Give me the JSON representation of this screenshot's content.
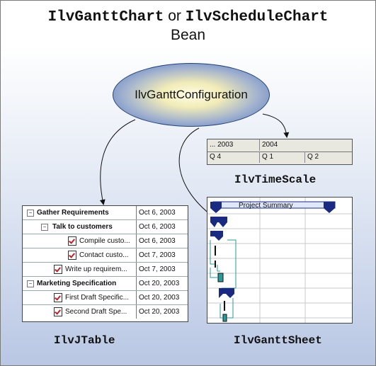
{
  "header": {
    "title_part1": "IlvGanttChart",
    "title_or": "or",
    "title_part2": "IlvScheduleChart",
    "title_line2": "Bean"
  },
  "config_node": {
    "label": "IlvGanttConfiguration"
  },
  "timescale": {
    "top_row": [
      "... 2003",
      "2004"
    ],
    "bottom_row": [
      "Q 4",
      "Q 1",
      "Q 2"
    ],
    "caption": "IlvTimeScale"
  },
  "table": {
    "caption": "IlvJTable",
    "rows": [
      {
        "name": "Gather Requirements",
        "date": "Oct 6, 2003",
        "level": 0,
        "bold": true,
        "type": "group"
      },
      {
        "name": "Talk to customers",
        "date": "Oct 6, 2003",
        "level": 1,
        "bold": true,
        "type": "group"
      },
      {
        "name": "Compile custo...",
        "date": "Oct 6, 2003",
        "level": 2,
        "bold": false,
        "type": "task"
      },
      {
        "name": "Contact custo...",
        "date": "Oct 7, 2003",
        "level": 2,
        "bold": false,
        "type": "task"
      },
      {
        "name": "Write up requirem...",
        "date": "Oct 7, 2003",
        "level": 1,
        "bold": false,
        "type": "task"
      },
      {
        "name": "Marketing Specification",
        "date": "Oct 20, 2003",
        "level": 0,
        "bold": true,
        "type": "group"
      },
      {
        "name": "First Draft Specific...",
        "date": "Oct 20, 2003",
        "level": 1,
        "bold": false,
        "type": "task"
      },
      {
        "name": "Second Draft Spe...",
        "date": "Oct 20, 2003",
        "level": 1,
        "bold": false,
        "type": "task"
      }
    ]
  },
  "gantt_sheet": {
    "caption": "IlvGanttSheet",
    "summary_label": "Project Summary"
  },
  "colors": {
    "summary_bar": "#1a2a80",
    "summary_fill": "#dfe8fb",
    "link_teal": "#2a9a9a",
    "ellipse_blue": "#4a6fb6"
  }
}
